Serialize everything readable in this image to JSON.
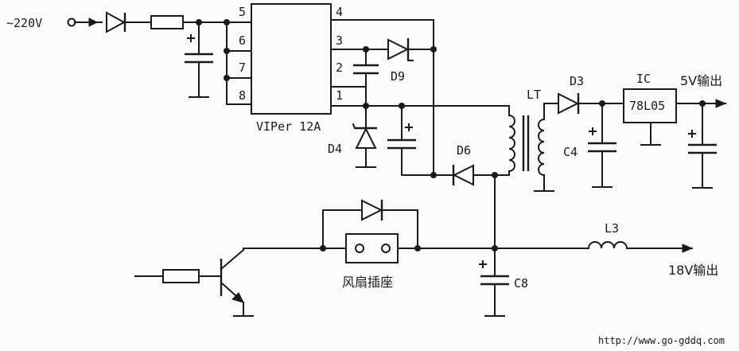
{
  "labels": {
    "input": "~220V",
    "ic_main": "VIPer 12A",
    "pins": [
      "5",
      "6",
      "7",
      "8",
      "4",
      "3",
      "2",
      "1"
    ],
    "d9": "D9",
    "d4": "D4",
    "d6": "D6",
    "d3": "D3",
    "lt": "LT",
    "ic": "IC",
    "regulator": "78L05",
    "c4": "C4",
    "out5": "5V输出",
    "fan_socket": "风扇插座",
    "c8": "C8",
    "l3": "L3",
    "out18": "18V输出",
    "url": "http://www.go-gddq.com"
  }
}
